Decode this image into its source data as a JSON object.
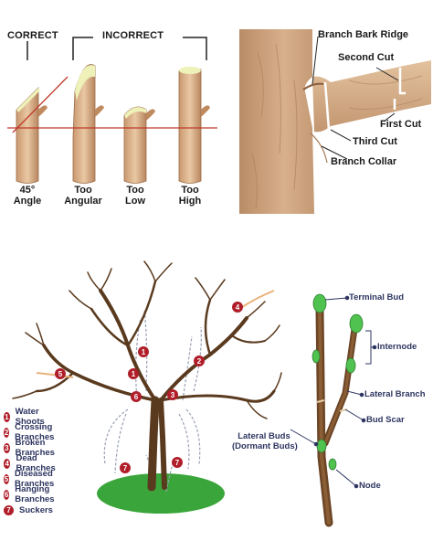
{
  "cuts": {
    "correct_header": "CORRECT",
    "incorrect_header": "INCORRECT",
    "items": [
      {
        "line1": "45°",
        "line2": "Angle"
      },
      {
        "line1": "Too",
        "line2": "Angular"
      },
      {
        "line1": "Too",
        "line2": "Low"
      },
      {
        "line1": "Too",
        "line2": "High"
      }
    ]
  },
  "branch_cut": {
    "branch_bark_ridge": "Branch Bark Ridge",
    "second_cut": "Second Cut",
    "first_cut": "First Cut",
    "third_cut": "Third Cut",
    "branch_collar": "Branch Collar"
  },
  "tree": {
    "legend": [
      {
        "num": "1",
        "label": "Water Shoots"
      },
      {
        "num": "2",
        "label": "Crossing Branches"
      },
      {
        "num": "3",
        "label": "Broken Branches"
      },
      {
        "num": "4",
        "label": "Dead Branches"
      },
      {
        "num": "5",
        "label": "Diseased Branches"
      },
      {
        "num": "6",
        "label": "Hanging Branches"
      },
      {
        "num": "7",
        "label": "Suckers"
      }
    ],
    "colors": {
      "badge": "#b01e2a",
      "branch": "#5a3a1e",
      "ground": "#3aa53a",
      "dashed": "#9aa0b4"
    }
  },
  "buds": {
    "terminal_bud": "Terminal Bud",
    "internode": "Internode",
    "lateral_branch": "Lateral Branch",
    "bud_scar": "Bud Scar",
    "lateral_buds_line1": "Lateral Buds",
    "lateral_buds_line2": "(Dormant Buds)",
    "node": "Node"
  }
}
